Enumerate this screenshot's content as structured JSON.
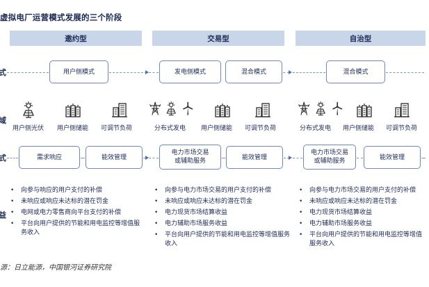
{
  "title": "虚拟电厂运营模式发展的三个阶段",
  "stages": [
    "邀约型",
    "交易型",
    "自治型"
  ],
  "row_labels": [
    "式",
    "域",
    "式",
    "益"
  ],
  "row1": {
    "stage1": [
      "用户侧模式"
    ],
    "stage2": [
      "发电侧模式",
      "混合模式"
    ],
    "stage3": [
      "混合模式"
    ]
  },
  "row2": {
    "stage1": [
      {
        "icon": "solar-panel-icon",
        "label": "用户侧光伏"
      },
      {
        "icon": "energy-storage-icon",
        "label": "用户侧储能"
      },
      {
        "icon": "adjustable-load-icon",
        "label": "可调节负荷"
      }
    ],
    "stage2": [
      {
        "icon": "distributed-generation-icon",
        "label": "分布式发电"
      },
      {
        "icon": "energy-storage-icon",
        "label": "用户侧储能"
      },
      {
        "icon": "adjustable-load-icon",
        "label": "可调节负荷"
      }
    ],
    "stage3": [
      {
        "icon": "distributed-generation-icon",
        "label": "分布式发电"
      },
      {
        "icon": "energy-storage-icon",
        "label": "用户侧储能"
      },
      {
        "icon": "adjustable-load-icon",
        "label": "可调节负荷"
      }
    ]
  },
  "row3": {
    "stage1": [
      "需求响应",
      "能效管理"
    ],
    "stage2": [
      "电力市场交易\n或辅助服务",
      "能效管理"
    ],
    "stage3": [
      "电力市场交易\n或辅助服务",
      "能效管理"
    ]
  },
  "row4": {
    "stage1": [
      "向参与响应的用户支付的补偿",
      "未响应或响应未达标的潜在罚金",
      "电网或电力零售商向平台支付的补偿",
      "平台向用户提供的节能和用电监控等增值服务收入"
    ],
    "stage2": [
      "向参与电力市场交易的用户支付的补偿",
      "未响应或响应未达标的潜在罚金",
      "电力现货市场结算收益",
      "电力辅助市场服务收益",
      "平台向用户提供的节能和用电监控等增值服务收入"
    ],
    "stage3": [
      "向参与电力市场交易的用户支付的补偿",
      "未响应或响应未达标的潜在罚金",
      "电力现货市场结算收益",
      "电力辅助市场服务收益",
      "平台向用户提供的节能和用电监控等增值服务收入"
    ]
  },
  "source": "源：日立能源，中国银河证券研究院",
  "colors": {
    "band": "#c9d6ea",
    "border": "#6f86b9",
    "text": "#1f2d55"
  }
}
